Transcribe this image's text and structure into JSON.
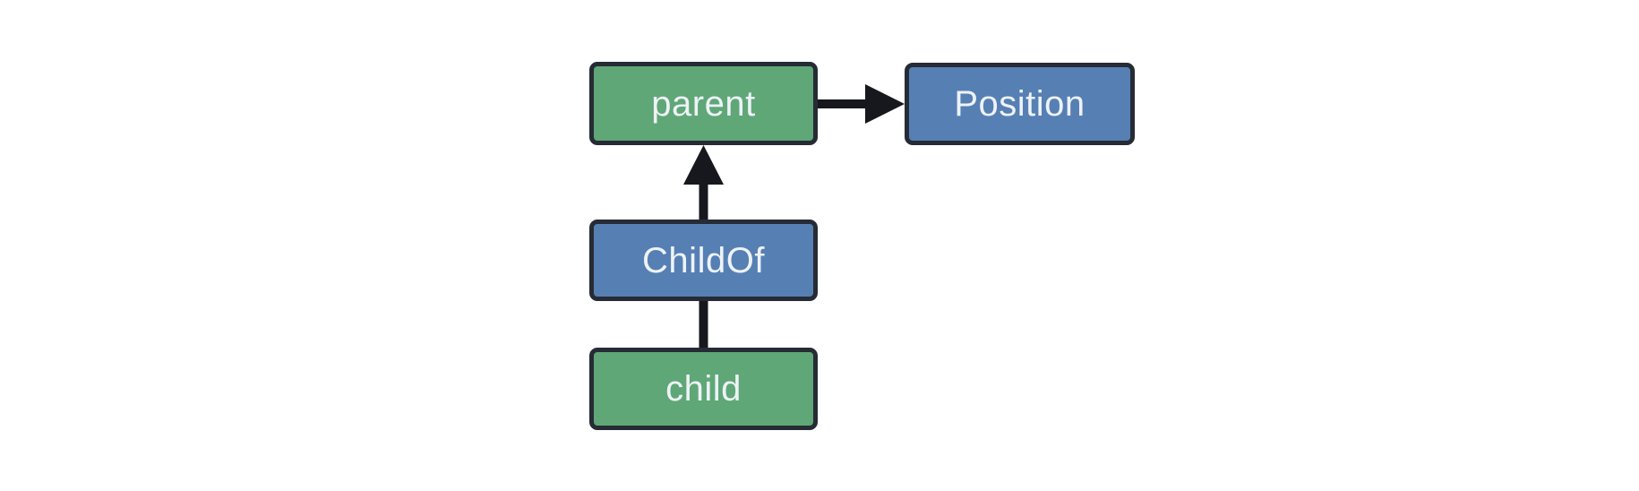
{
  "diagram": {
    "nodes": [
      {
        "id": "parent",
        "label": "parent",
        "fill": "#5fa777"
      },
      {
        "id": "Position",
        "label": "Position",
        "fill": "#5680b4"
      },
      {
        "id": "ChildOf",
        "label": "ChildOf",
        "fill": "#5680b4"
      },
      {
        "id": "child",
        "label": "child",
        "fill": "#5fa777"
      }
    ],
    "edges": [
      {
        "from": "parent",
        "to": "Position",
        "arrowhead": "right"
      },
      {
        "from": "ChildOf",
        "to": "parent",
        "arrowhead": "up"
      },
      {
        "from": "child",
        "to": "ChildOf",
        "arrowhead": "none"
      }
    ],
    "colors": {
      "background": "#ffffff",
      "entity_fill": "#5fa777",
      "component_fill": "#5680b4",
      "node_border": "#262b35",
      "connector": "#16181d",
      "label_text": "#eef2f7"
    }
  }
}
